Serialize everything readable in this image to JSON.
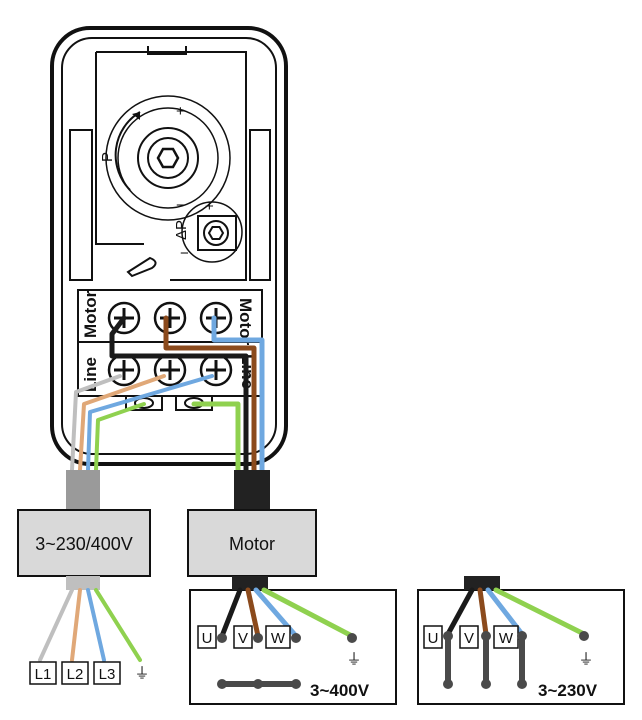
{
  "switch": {
    "pressure_label": "P",
    "diff_label": "ΔP",
    "plus": "+",
    "minus": "−",
    "terminal_row_top": "Motor",
    "terminal_row_top_right": "Motor",
    "terminal_row_bottom": "Line",
    "terminal_row_bottom_right": "Line"
  },
  "supply_box": {
    "label": "3~230/400V"
  },
  "motor_box": {
    "label": "Motor"
  },
  "supply_terminals": [
    "L1",
    "L2",
    "L3"
  ],
  "earth_symbol": "⏚",
  "connection_400": {
    "terminals": [
      "U",
      "V",
      "W"
    ],
    "voltage": "3~400V"
  },
  "connection_230": {
    "terminals": [
      "U",
      "V",
      "W"
    ],
    "voltage": "3~230V"
  },
  "colors": {
    "black_wire": "#1a1a1a",
    "brown_wire": "#8b4a1c",
    "blue_wire": "#6fa8e0",
    "green_wire": "#8fd14f",
    "grey_wire": "#bfbfbf",
    "tan_wire": "#e0a878",
    "box_fill": "#d9d9d9",
    "bridge": "#4a4a4a"
  }
}
